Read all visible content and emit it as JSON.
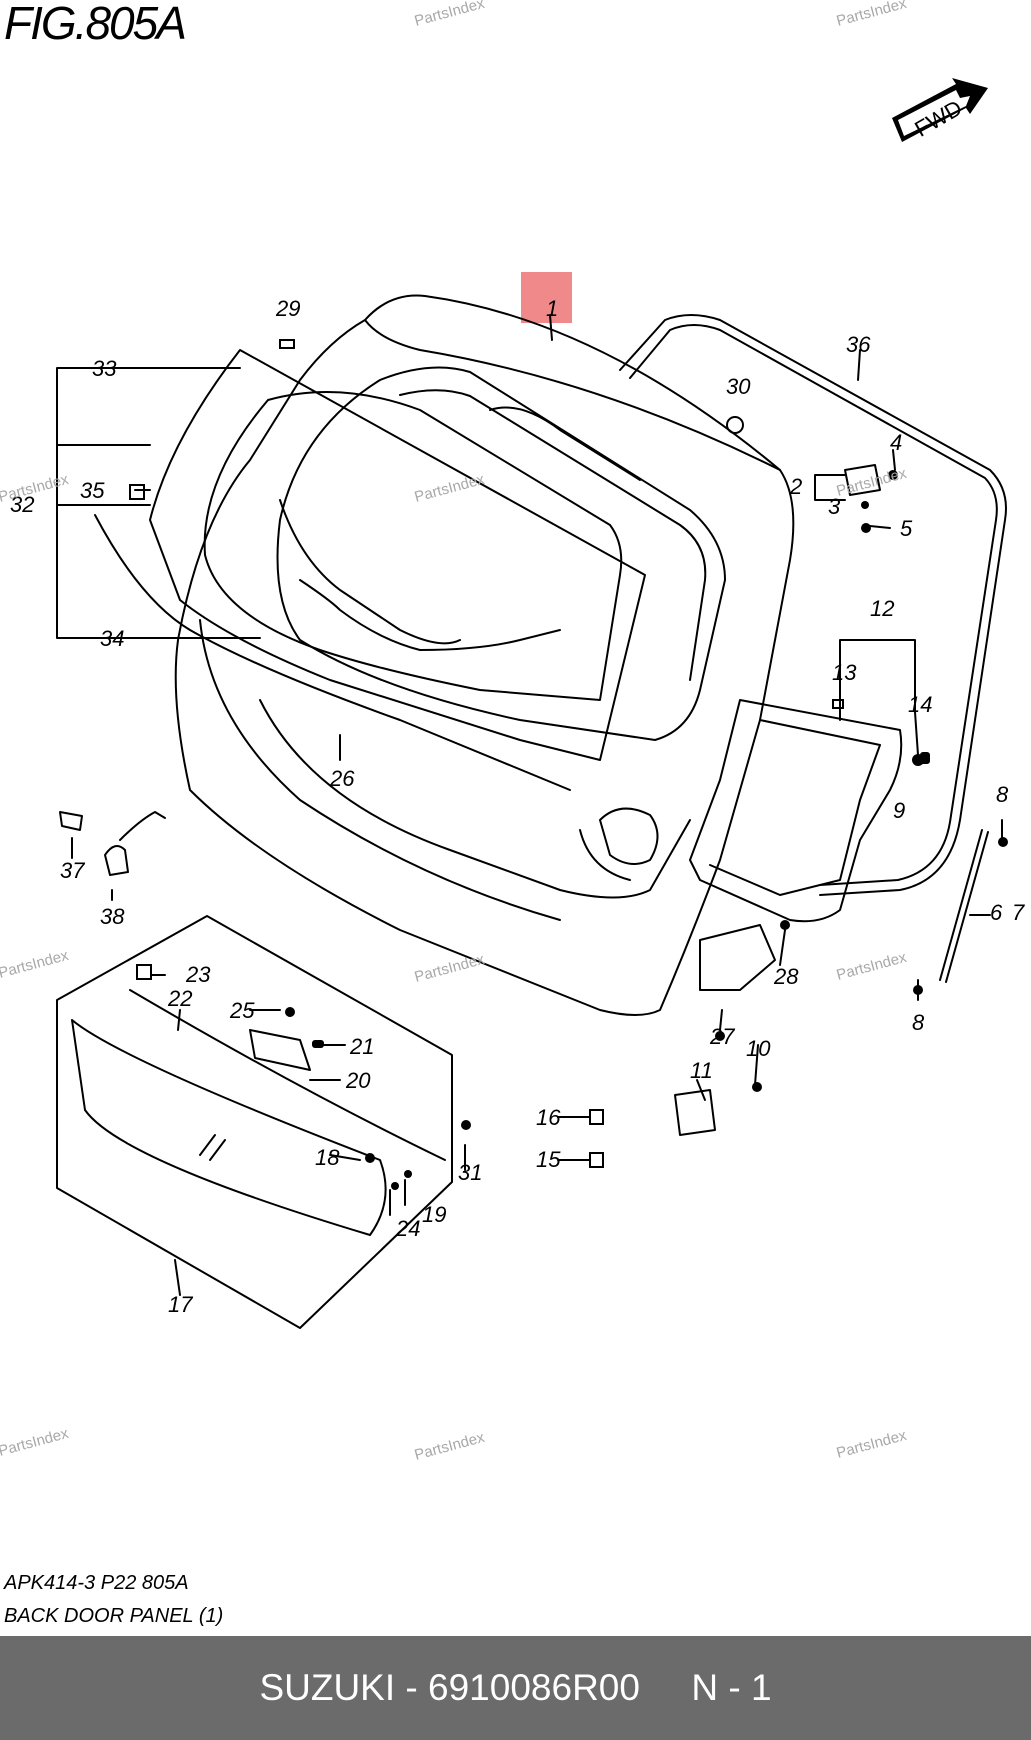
{
  "figure": {
    "title": "FIG.805A"
  },
  "fwd_label": "FWD",
  "watermark": "PartsIndex",
  "highlight_part": "1",
  "callouts": [
    "1",
    "2",
    "3",
    "4",
    "5",
    "6",
    "7",
    "8",
    "8",
    "9",
    "10",
    "11",
    "12",
    "13",
    "14",
    "15",
    "16",
    "17",
    "18",
    "19",
    "20",
    "21",
    "22",
    "23",
    "24",
    "25",
    "26",
    "27",
    "28",
    "29",
    "30",
    "31",
    "32",
    "33",
    "34",
    "35",
    "36",
    "37",
    "38"
  ],
  "reference": {
    "code": "APK414-3 P22 805A",
    "caption": "BACK DOOR PANEL (1)"
  },
  "footer": {
    "brand": "SUZUKI",
    "separator": "-",
    "part_number": "6910086R00",
    "page": "N - 1"
  },
  "colors": {
    "highlight": "#f08a8a",
    "footer_bg": "#6b6b6b",
    "footer_text": "#ffffff",
    "watermark": "#a8a8a8"
  }
}
